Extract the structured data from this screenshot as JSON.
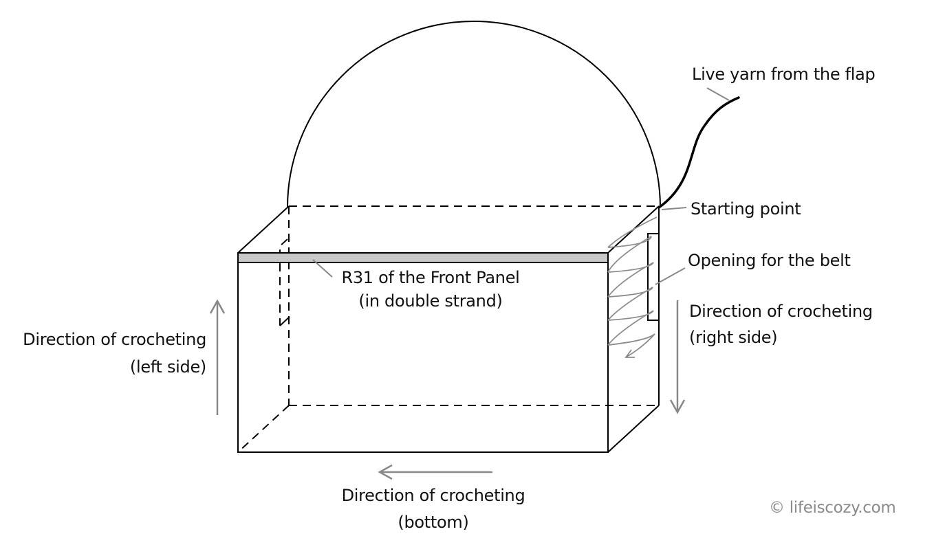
{
  "labels": {
    "live_yarn": "Live yarn from the flap",
    "starting_point": "Starting point",
    "opening_belt": "Opening for the belt",
    "r31_line1": "R31 of the Front Panel",
    "r31_line2": "(in double strand)",
    "left_dir_line1": "Direction of crocheting",
    "left_dir_line2": "(left side)",
    "right_dir_line1": "Direction of crocheting",
    "right_dir_line2": "(right side)",
    "bottom_dir_line1": "Direction of crocheting",
    "bottom_dir_line2": "(bottom)"
  },
  "watermark": "© lifeiscozy.com",
  "colors": {
    "outline": "#000000",
    "annotation": "#888888",
    "r31_band": "#c8c8c8",
    "background": "#ffffff"
  }
}
